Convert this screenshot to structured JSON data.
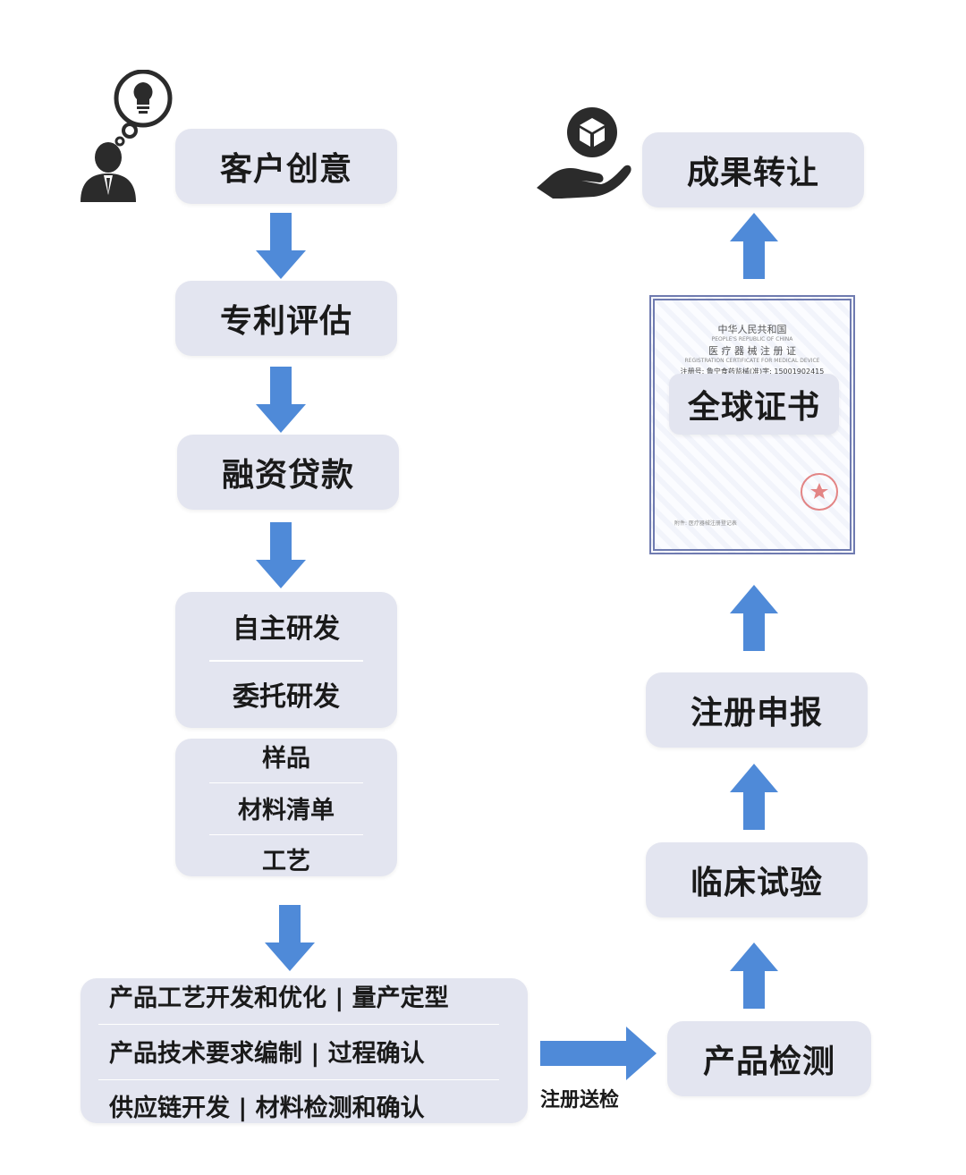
{
  "left_flow": {
    "customer_idea": "客户创意",
    "patent_eval": "专利评估",
    "financing": "融资贷款",
    "rd": [
      "自主研发",
      "委托研发"
    ],
    "samples": [
      "样品",
      "材料清单",
      "工艺"
    ],
    "product_dev": [
      "产品工艺开发和优化 | 量产定型",
      "产品技术要求编制 | 过程确认",
      "供应链开发 | 材料检测和确认"
    ]
  },
  "right_flow": {
    "product_test": "产品检测",
    "clinical_trial": "临床试验",
    "registration": "注册申报",
    "global_cert": "全球证书",
    "transfer": "成果转让"
  },
  "connector_label": "注册送检",
  "certificate": {
    "line1": "中华人民共和国",
    "line2": "PEOPLE'S REPUBLIC OF CHINA",
    "line3": "医 疗 器 械 注 册 证",
    "line4": "REGISTRATION CERTIFICATE FOR MEDICAL DEVICE",
    "reg_no": "注册号: 鲁宁食药监械(准)字: 15001902415",
    "footer": "附件: 医疗器械注册登记表"
  },
  "colors": {
    "box_bg": "#e3e5f0",
    "arrow_blue": "#4f8ad8",
    "icon_dark": "#2b2b2b"
  },
  "icons": [
    "person-idea-icon",
    "hand-cube-icon",
    "lightbulb-icon"
  ]
}
